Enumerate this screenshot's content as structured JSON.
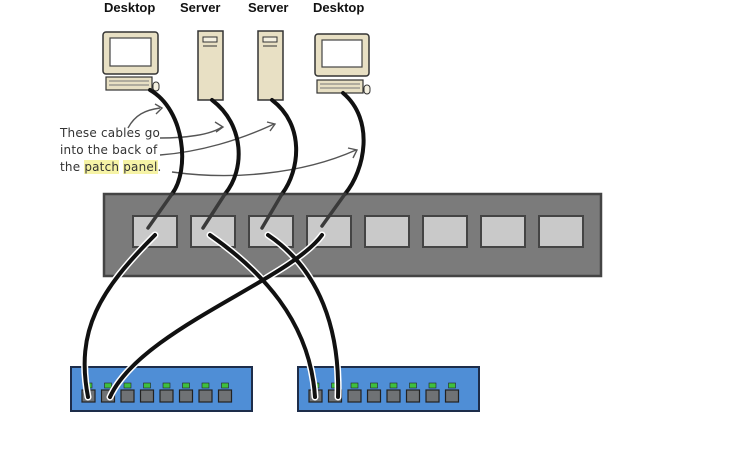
{
  "devices": [
    {
      "type": "desktop",
      "label": "Desktop"
    },
    {
      "type": "server",
      "label": "Server"
    },
    {
      "type": "server",
      "label": "Server"
    },
    {
      "type": "desktop",
      "label": "Desktop"
    }
  ],
  "annotation": {
    "line1": "These cables go",
    "line2": "into the back of",
    "line3_pre": "the ",
    "line3_hl1": "patch",
    "line3_mid": " ",
    "line3_hl2": "panel",
    "line3_post": "."
  },
  "patch_panel": {
    "ports": 8,
    "connected_ports": [
      1,
      2,
      3,
      4
    ]
  },
  "switches": [
    {
      "ports": 8,
      "connected_ports": [
        1,
        2
      ]
    },
    {
      "ports": 8,
      "connected_ports": [
        1,
        2
      ]
    }
  ],
  "colors": {
    "panel": "#7b7b7b",
    "panel_port": "#c9c9c9",
    "switch": "#4f8ed6",
    "switch_port": "#6f7275",
    "led": "#3fbf3f",
    "device": "#e8e0c4",
    "highlight": "#f6f3a6",
    "cable": "#111111"
  }
}
